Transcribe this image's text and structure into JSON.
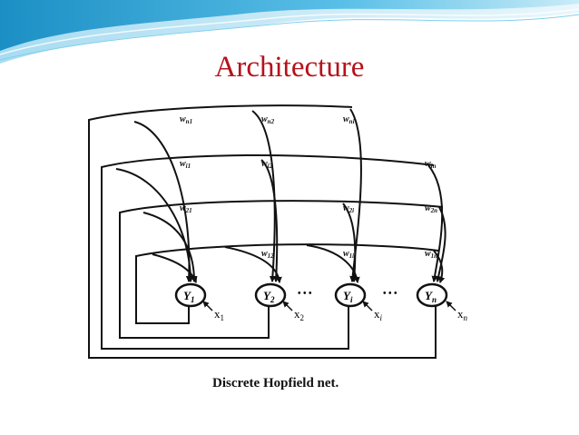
{
  "slide": {
    "title": "Architecture",
    "caption": "Discrete Hopfield net.",
    "title_color": "#b5121b",
    "banner_color": "#2a9fd0"
  },
  "diagram": {
    "nodes": [
      {
        "id": "Y1",
        "label": "Y",
        "sub": "1",
        "input": "x",
        "input_sub": "1"
      },
      {
        "id": "Y2",
        "label": "Y",
        "sub": "2",
        "input": "x",
        "input_sub": "2"
      },
      {
        "id": "Yi",
        "label": "Y",
        "sub": "i",
        "input": "x",
        "input_sub": "i"
      },
      {
        "id": "Yn",
        "label": "Y",
        "sub": "n",
        "input": "x",
        "input_sub": "n"
      }
    ],
    "ellipses": [
      "• • •",
      "• • •"
    ],
    "weights": [
      {
        "w": "w",
        "sub": "n1"
      },
      {
        "w": "w",
        "sub": "n2"
      },
      {
        "w": "w",
        "sub": "ni"
      },
      {
        "w": "w",
        "sub": "i1"
      },
      {
        "w": "w",
        "sub": "i2"
      },
      {
        "w": "w",
        "sub": "in"
      },
      {
        "w": "w",
        "sub": "21"
      },
      {
        "w": "w",
        "sub": "2i"
      },
      {
        "w": "w",
        "sub": "2n"
      },
      {
        "w": "w",
        "sub": "12"
      },
      {
        "w": "w",
        "sub": "1i"
      },
      {
        "w": "w",
        "sub": "1n"
      }
    ]
  }
}
